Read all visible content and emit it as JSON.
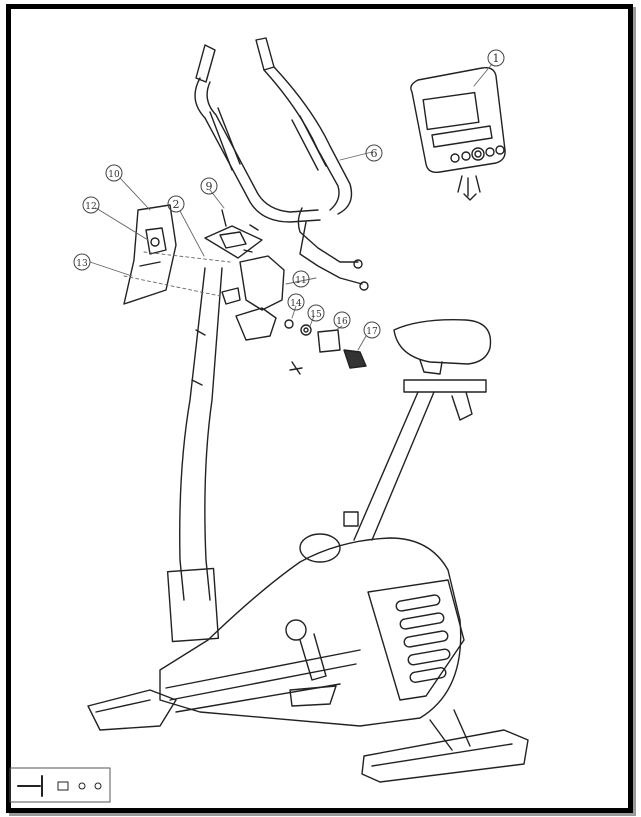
{
  "callouts": [
    {
      "id": "1",
      "label": "1"
    },
    {
      "id": "2",
      "label": "2"
    },
    {
      "id": "6",
      "label": "6"
    },
    {
      "id": "9",
      "label": "9"
    },
    {
      "id": "10",
      "label": "10"
    },
    {
      "id": "11",
      "label": "11"
    },
    {
      "id": "12",
      "label": "12"
    },
    {
      "id": "13",
      "label": "13"
    },
    {
      "id": "14",
      "label": "14"
    },
    {
      "id": "15",
      "label": "15"
    },
    {
      "id": "16",
      "label": "16"
    },
    {
      "id": "17",
      "label": "17"
    }
  ],
  "colors": {
    "line": "#222222",
    "frame": "#000000",
    "shade": "#9a9a9a",
    "fill_dark": "#555555"
  }
}
